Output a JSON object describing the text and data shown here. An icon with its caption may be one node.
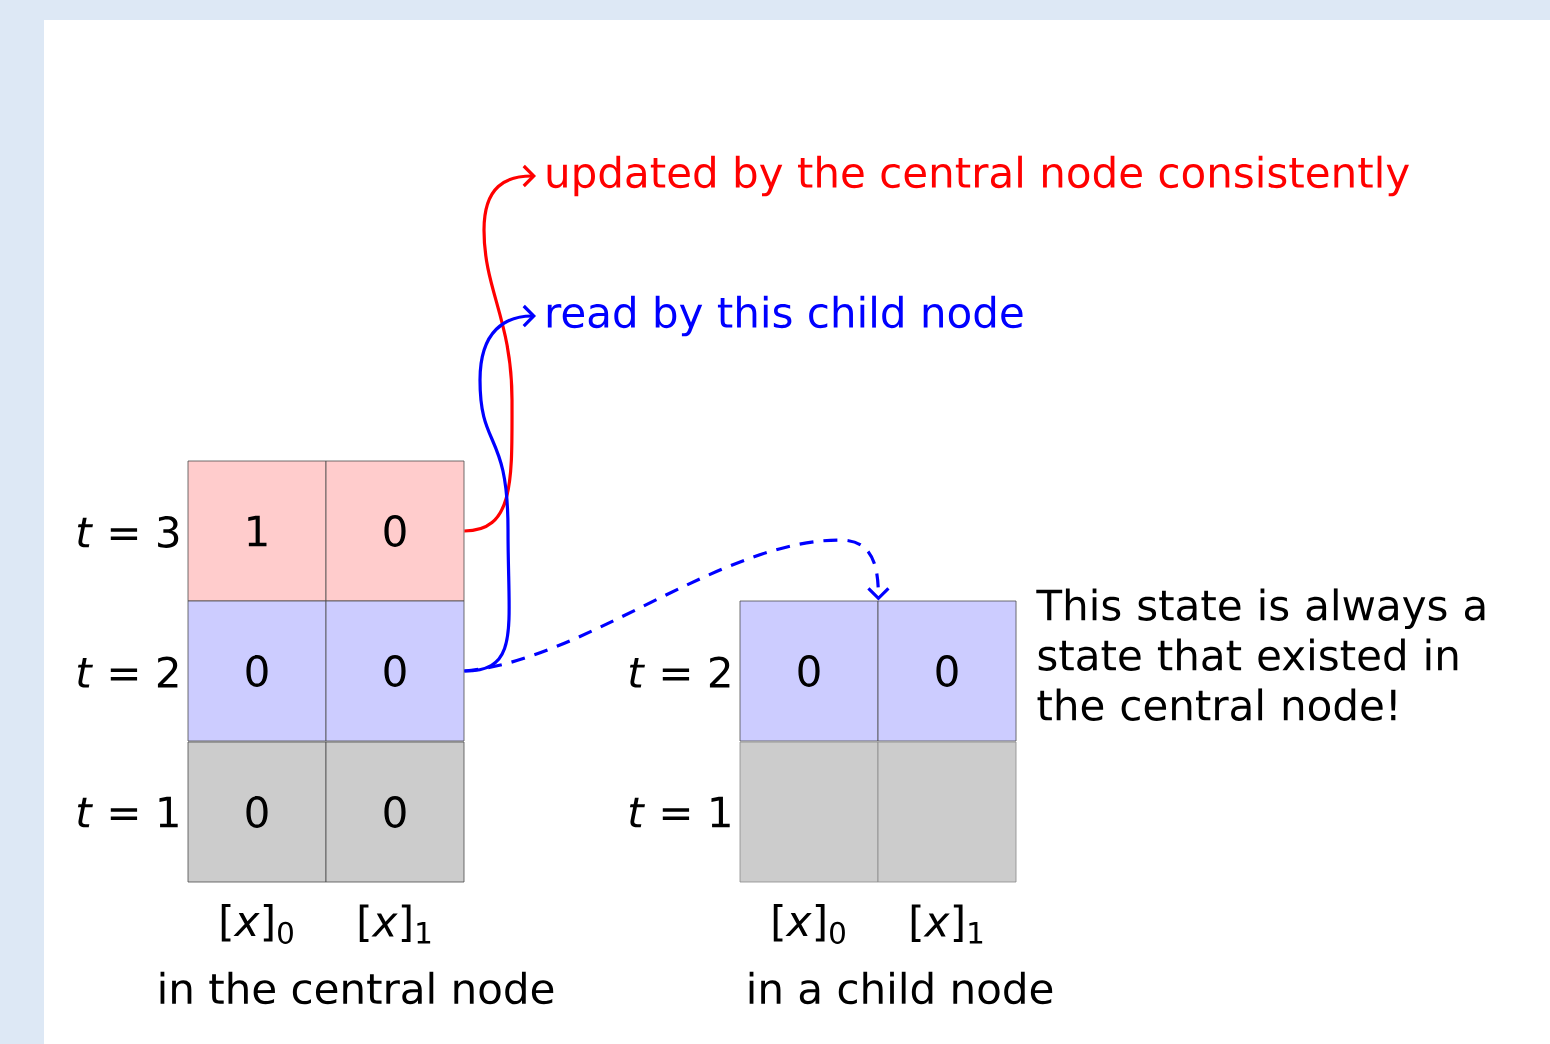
{
  "diagram": {
    "nodes": [
      {
        "text": [
          "updated by the central node consistently"
        ]
      },
      {
        "text": [
          "read by this child node"
        ]
      },
      {
        "text": [
          "1"
        ]
      },
      {
        "text": [
          "0"
        ]
      },
      {
        "text": [
          "0"
        ]
      },
      {
        "text": [
          "0"
        ]
      },
      {
        "text": [
          "0"
        ]
      },
      {
        "text": [
          "0"
        ]
      },
      {
        "text": [
          "0"
        ]
      },
      {
        "text": [
          "0"
        ]
      },
      {
        "text": [],
        "shape": "box"
      },
      {
        "text": [],
        "shape": "box"
      }
    ],
    "edges": [
      {
        "from": 3,
        "to": 0,
        "arrow": "to",
        "color": "#ff0000"
      },
      {
        "from": 5,
        "to": 1,
        "arrow": "to",
        "color": "#0000ff"
      },
      {
        "from": 5,
        "to": 8,
        "arrow": "to",
        "style": "dashed",
        "color": "#0000ff"
      }
    ],
    "labels": [
      "*t* = 3",
      "*t* = 2",
      "*t* = 1",
      "[*x*]$_{0}$",
      "[*x*]$_{1}$",
      "in the central node",
      "*t* = 2",
      "*t* = 1",
      "[*x*]$_{0}$",
      "[*x*]$_{1}$",
      "in a child node",
      "This state is always a state that existed in the central node!"
    ]
  }
}
